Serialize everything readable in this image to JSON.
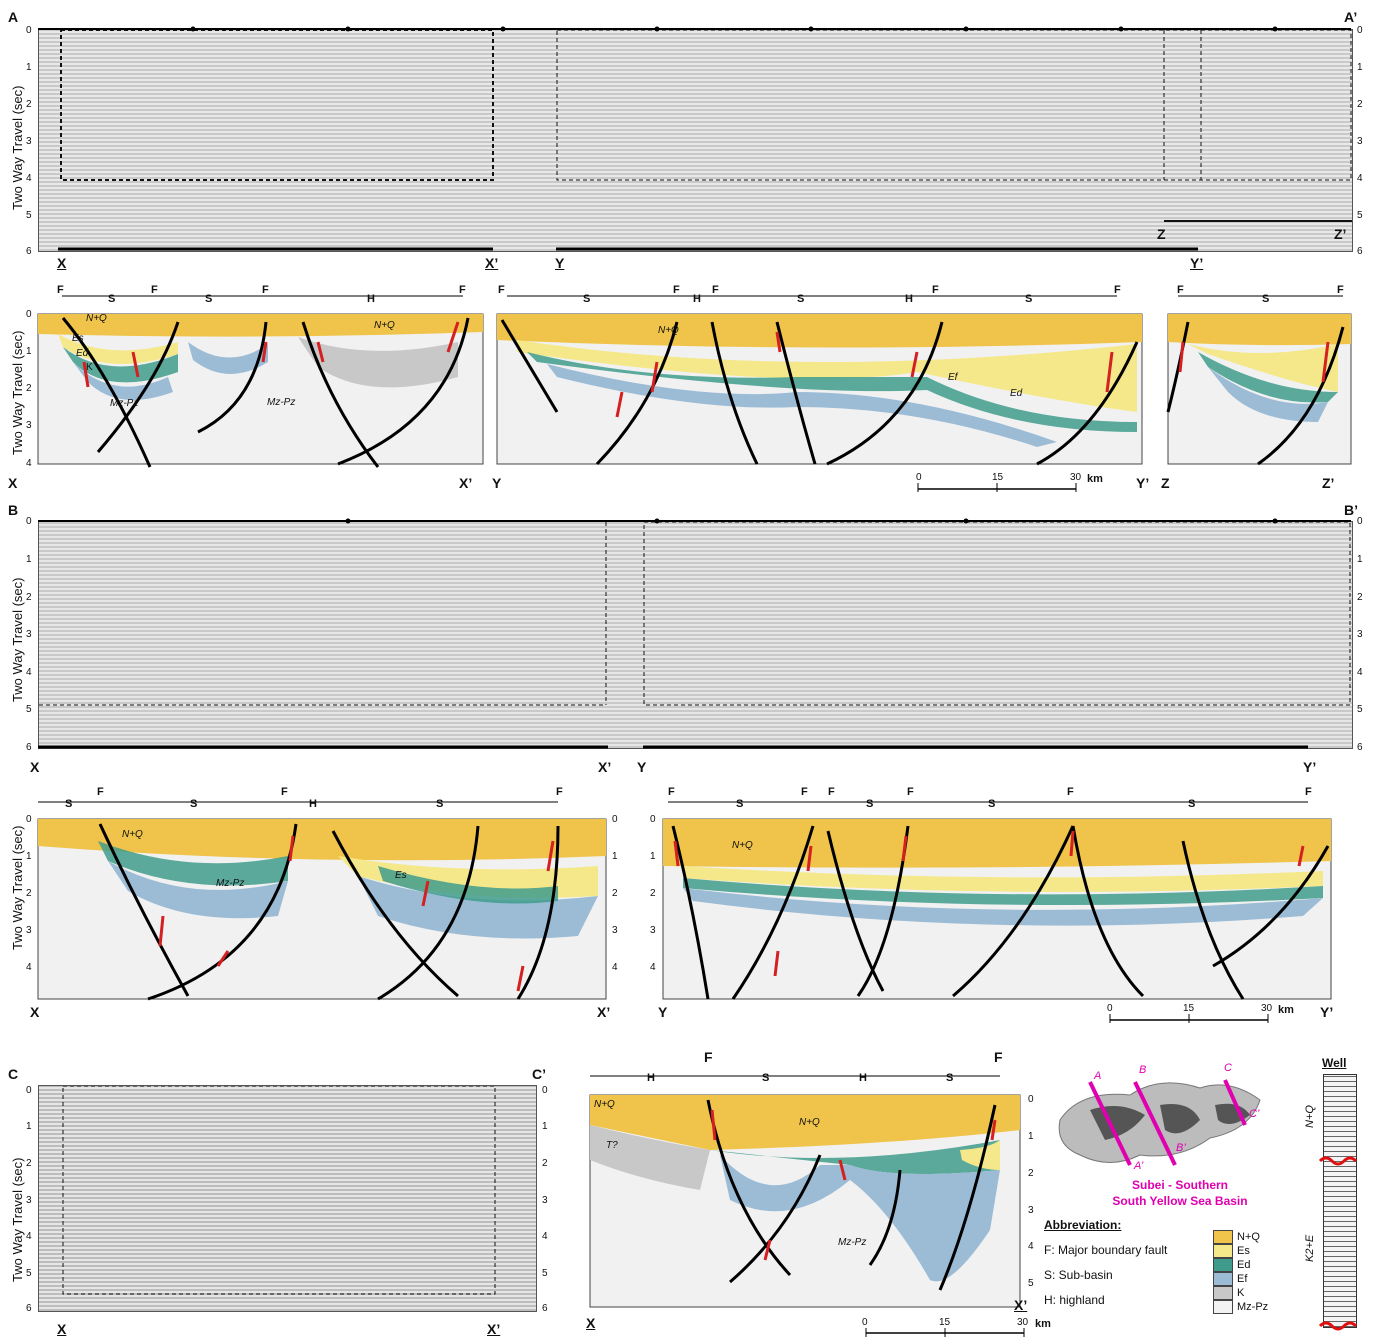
{
  "panels": {
    "a": {
      "start": "A",
      "end": "A’",
      "seis_ylabel": "Two Way Travel (sec)",
      "ticks": [
        "0",
        "1",
        "2",
        "3",
        "4",
        "5",
        "6"
      ],
      "markers": [
        "X",
        "X’",
        "Y",
        "Z",
        "Y’",
        "Z’"
      ]
    },
    "a_interp": {
      "ylabel": "Two Way Travel (sec)",
      "ticks": [
        "0",
        "1",
        "2",
        "3",
        "4"
      ],
      "ends": [
        "X",
        "X’",
        "Y",
        "Y’",
        "Z",
        "Z’"
      ],
      "fsh_x": [
        "F",
        "S",
        "F",
        "S",
        "F",
        "H",
        "F"
      ],
      "fsh_y": [
        "F",
        "S",
        "F",
        "H",
        "F",
        "S",
        "H",
        "F",
        "S",
        "F"
      ],
      "fsh_z": [
        "F",
        "S",
        "F"
      ],
      "scale": [
        "0",
        "15",
        "30",
        "km"
      ]
    },
    "b": {
      "start": "B",
      "end": "B’",
      "seis_ylabel": "Two Way Travel (sec)",
      "ticks": [
        "0",
        "1",
        "2",
        "3",
        "4",
        "5",
        "6"
      ],
      "markers": [
        "X",
        "X’",
        "Y",
        "Y’"
      ]
    },
    "b_interp": {
      "ylabel": "Two Way Travel (sec)",
      "ticks": [
        "0",
        "1",
        "2",
        "3",
        "4"
      ],
      "ends": [
        "X",
        "X’",
        "Y",
        "Y’"
      ],
      "fsh_x": [
        "S",
        "F",
        "S",
        "F",
        "H",
        "S",
        "F"
      ],
      "fsh_y": [
        "F",
        "S",
        "F",
        "F",
        "S",
        "F",
        "S",
        "F",
        "S",
        "F"
      ],
      "scale": [
        "0",
        "15",
        "30",
        "km"
      ]
    },
    "c": {
      "start": "C",
      "end": "C’",
      "seis_ylabel": "Two Way Travel (sec)",
      "ticks": [
        "0",
        "1",
        "2",
        "3",
        "4",
        "5",
        "6"
      ],
      "markers": [
        "X",
        "X’"
      ]
    },
    "c_interp": {
      "ticks": [
        "0",
        "1",
        "2",
        "3",
        "4",
        "5"
      ],
      "ends": [
        "X",
        "X’"
      ],
      "fsh": [
        "H",
        "F",
        "S",
        "H",
        "S",
        "F"
      ],
      "scale": [
        "0",
        "15",
        "30",
        "km"
      ]
    }
  },
  "map": {
    "lines": [
      "A",
      "B",
      "C",
      "A’",
      "B’",
      "C’"
    ],
    "title1": "Subei - Southern",
    "title2": "South Yellow Sea Basin"
  },
  "abbreviation": {
    "title": "Abbreviation:",
    "f": "F: Major boundary fault",
    "s": "S: Sub-basin",
    "h": "H: highland"
  },
  "legend": [
    "N+Q",
    "Es",
    "Ed",
    "Ef",
    "K",
    "Mz-Pz"
  ],
  "legend_colors": [
    "#f0c44a",
    "#f5e88a",
    "#3f9c8c",
    "#9cbcd6",
    "#c8c8c8",
    "#f2f2f2"
  ],
  "well": {
    "title": "Well",
    "upper": "N+Q",
    "lower": "K2+E"
  },
  "unit_labels": [
    "N+Q",
    "Es",
    "Ed",
    "Ef",
    "K",
    "Mz-Pz",
    "T?"
  ]
}
